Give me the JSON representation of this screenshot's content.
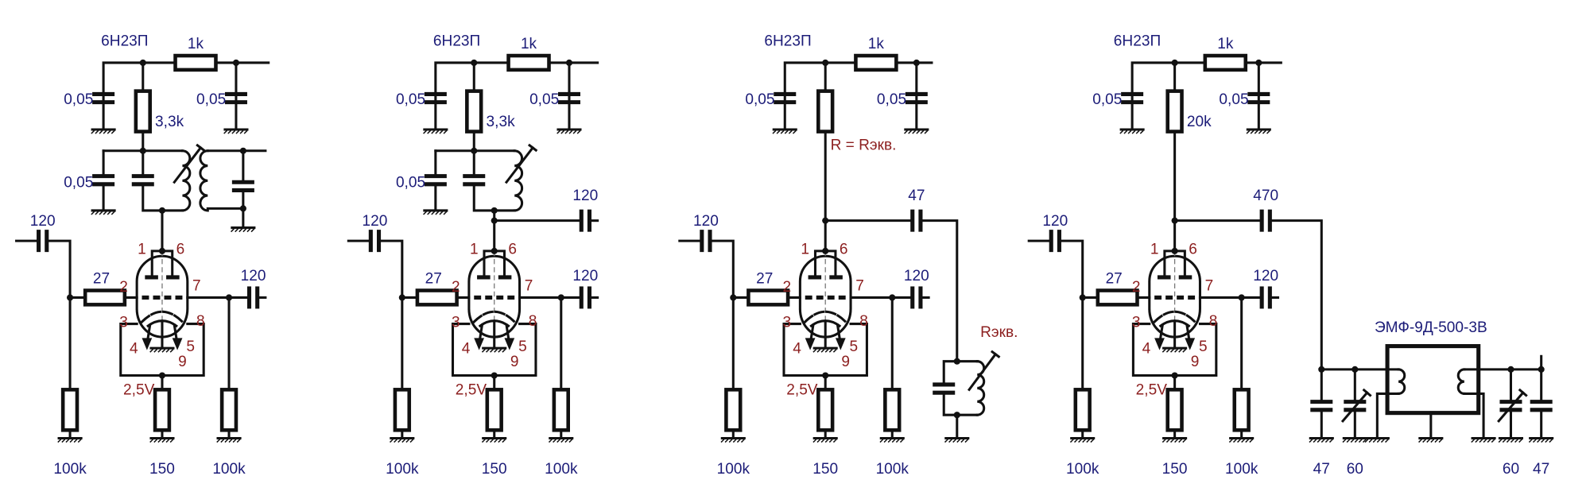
{
  "colors": {
    "label_blue": "#1c1c78",
    "label_red": "#8c1f1f",
    "wire": "#111111",
    "background": "#ffffff"
  },
  "tube_pins": [
    "1",
    "2",
    "3",
    "4",
    "5",
    "6",
    "7",
    "8",
    "9"
  ],
  "circuits": [
    {
      "tube": "6Н23П",
      "r_filter": "1k",
      "c_filter_left": "0,05",
      "c_filter_right": "0,05",
      "r_load": "3,3k",
      "c_tank": "0,05",
      "c_in": "120",
      "r_grid": "27",
      "c_out": "120",
      "r_grid_in": "100k",
      "r_cathode": "150",
      "r_grid_out": "100k",
      "cathode_voltage": "2,5V"
    },
    {
      "tube": "6Н23П",
      "r_filter": "1k",
      "c_filter_left": "0,05",
      "c_filter_right": "0,05",
      "r_load": "3,3k",
      "c_tank": "0,05",
      "c_anode_out": "120",
      "c_in": "120",
      "r_grid": "27",
      "c_out": "120",
      "r_grid_in": "100k",
      "r_cathode": "150",
      "r_grid_out": "100k",
      "cathode_voltage": "2,5V"
    },
    {
      "tube": "6Н23П",
      "r_filter": "1k",
      "c_filter_left": "0,05",
      "c_filter_right": "0,05",
      "r_load": "R = Rэкв.",
      "c_anode_out": "47",
      "tank_label": "Rэкв.",
      "c_in": "120",
      "r_grid": "27",
      "c_out": "120",
      "r_grid_in": "100k",
      "r_cathode": "150",
      "r_grid_out": "100k",
      "cathode_voltage": "2,5V"
    },
    {
      "tube": "6Н23П",
      "r_filter": "1k",
      "c_filter_left": "0,05",
      "c_filter_right": "0,05",
      "r_load": "20k",
      "c_anode_out": "470",
      "c_in": "120",
      "r_grid": "27",
      "c_out": "120",
      "r_grid_in": "100k",
      "r_cathode": "150",
      "r_grid_out": "100k",
      "cathode_voltage": "2,5V",
      "filter": {
        "name": "ЭМФ-9Д-500-3В",
        "c_left": "47",
        "cv_left": "60",
        "cv_right": "60",
        "c_right": "47"
      }
    }
  ]
}
